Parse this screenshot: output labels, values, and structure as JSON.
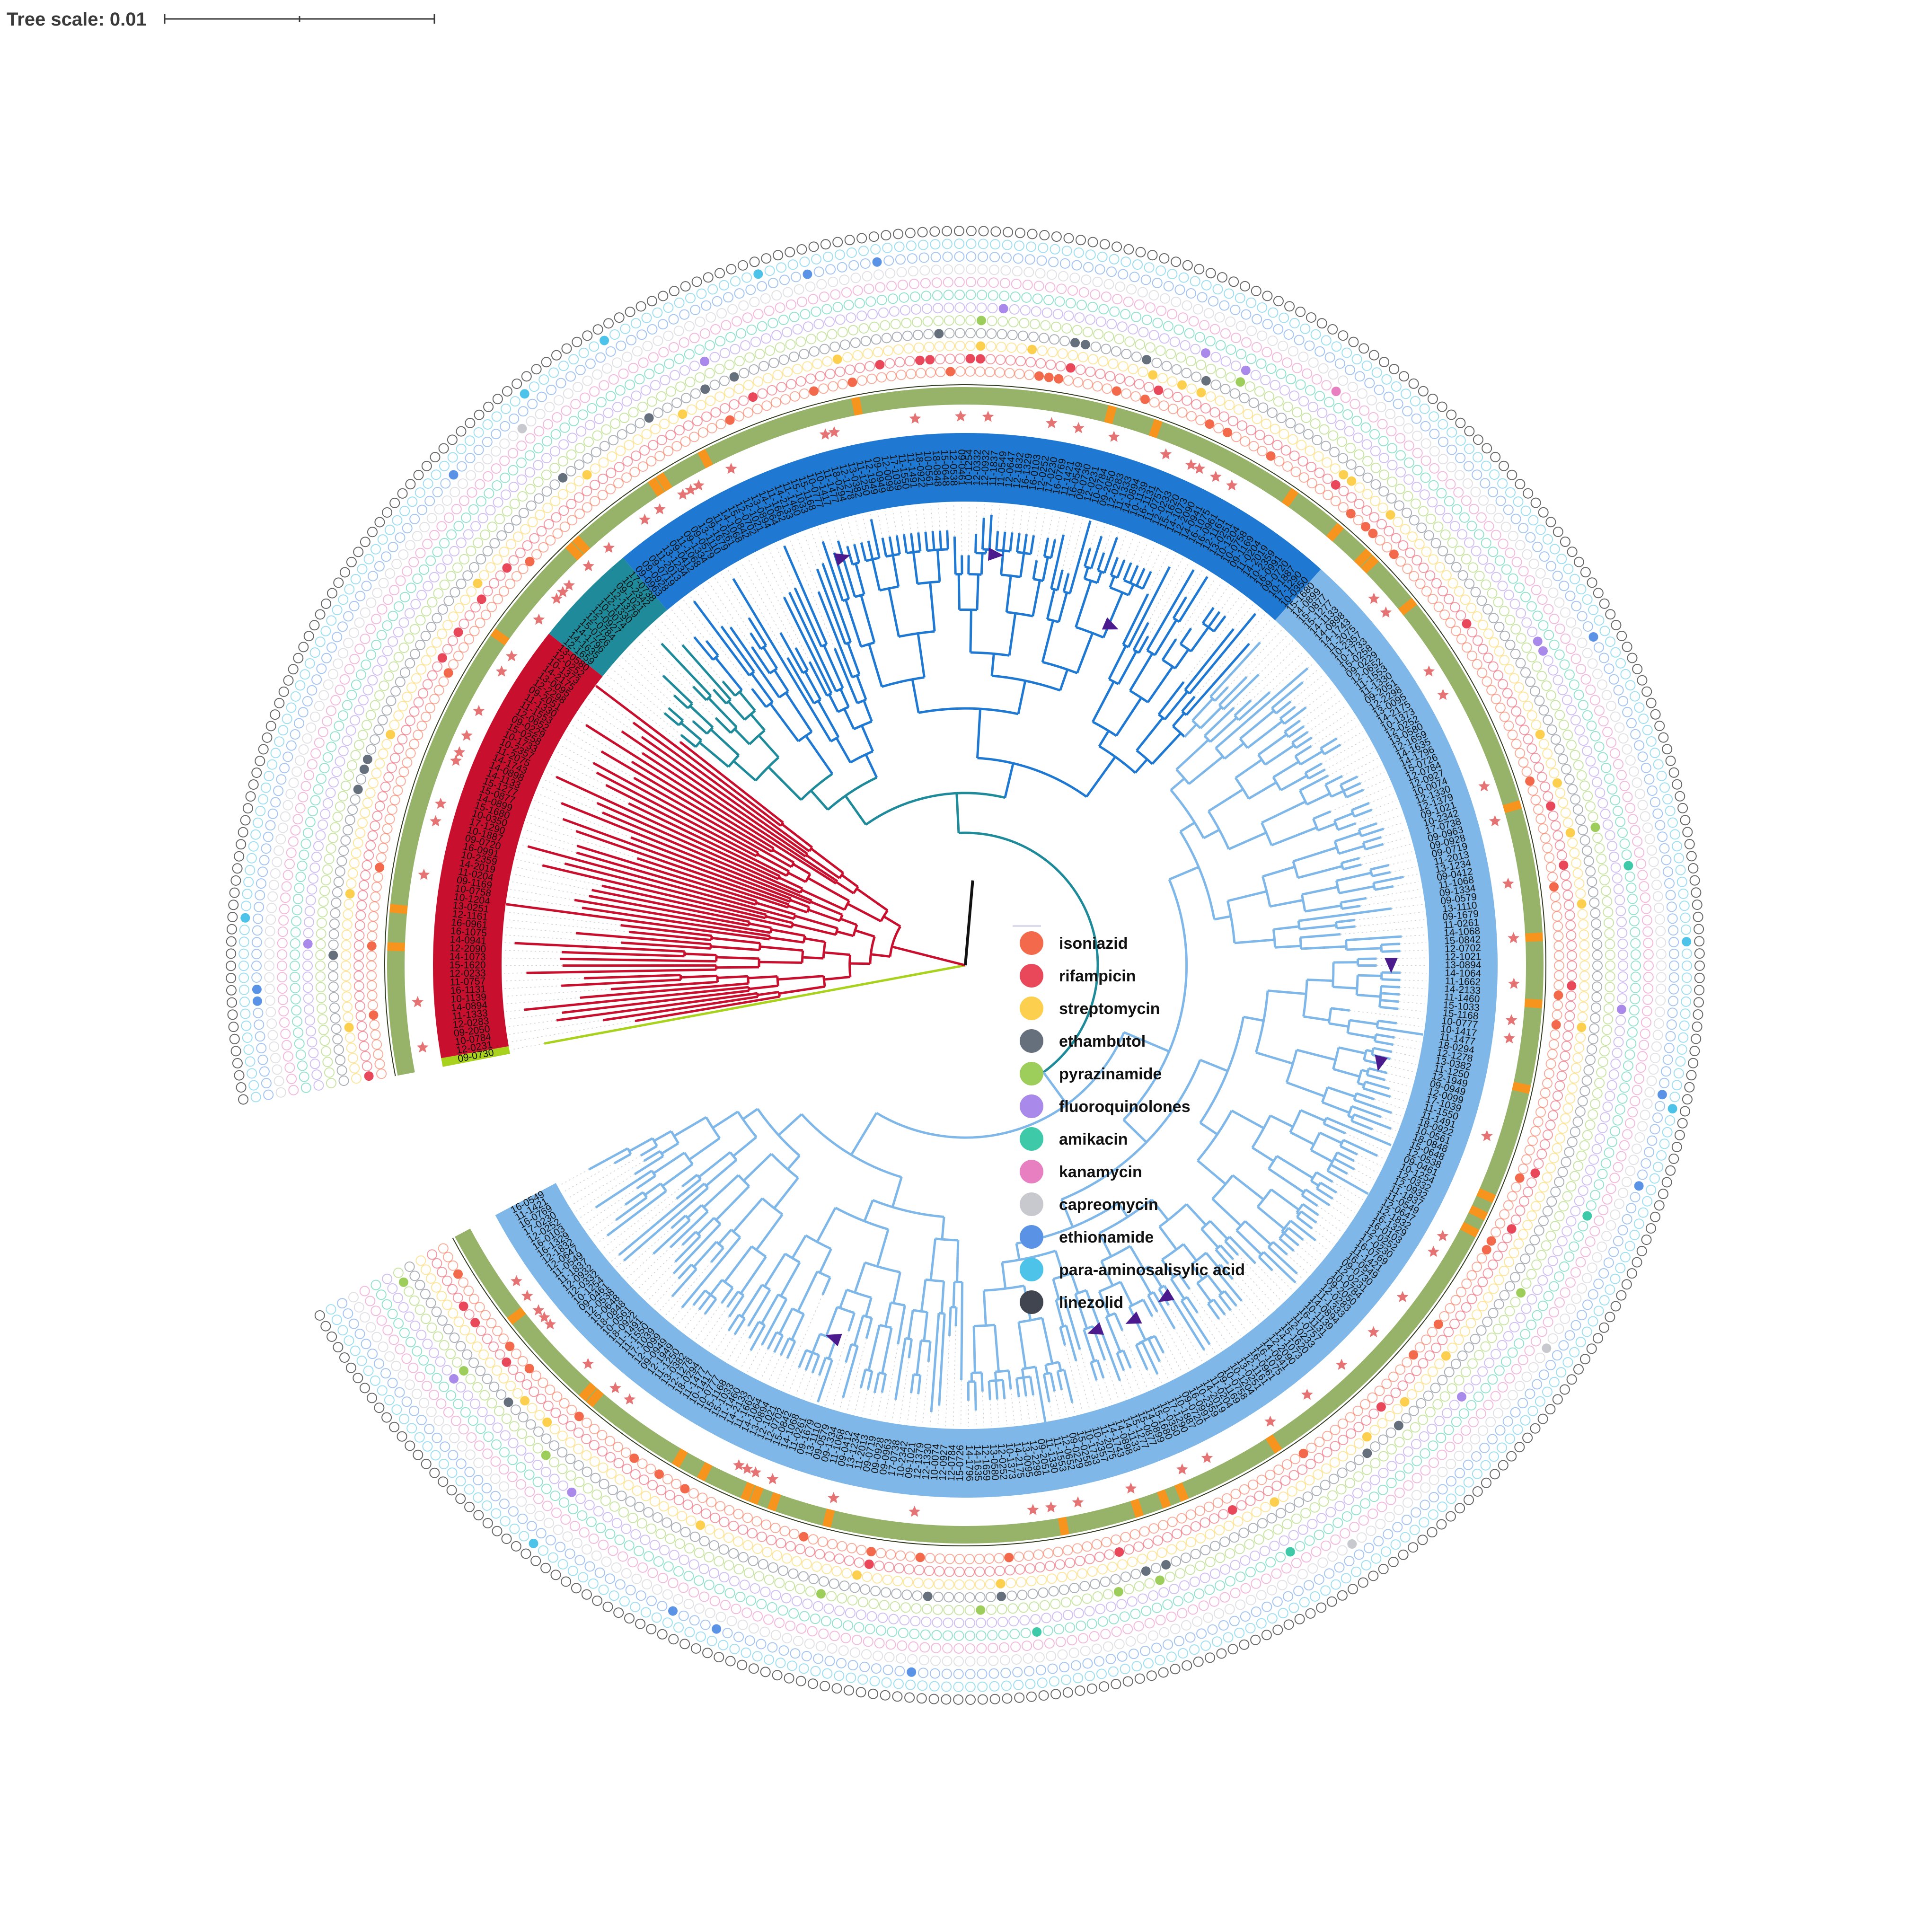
{
  "scale_bar": {
    "label": "Tree scale: 0.01"
  },
  "colors": {
    "clade_lineage1": "#c8102e",
    "clade_lineage3_teal": "#1f8a9a",
    "clade_lineage4a": "#1f78d1",
    "clade_lineage4b": "#7fb8e8",
    "outgroup": "#a8d21e",
    "backbone": "#111111",
    "annotation_ring": "#97b36a",
    "ring_highlight": "#f7941d",
    "star": "#e57373",
    "arrow": "#4b1a8c"
  },
  "tree": {
    "n_tips": 360,
    "tips_sample": [
      "09-0730",
      "12-0231",
      "10-0784",
      "09-2050",
      "12-0283",
      "11-1333",
      "14-0894",
      "10-1139",
      "16-1131",
      "11-0757",
      "12-0233",
      "15-1620",
      "14-1073",
      "12-2090",
      "14-0941",
      "16-1075",
      "16-0961",
      "12-1161",
      "13-0251",
      "10-1204",
      "10-0758",
      "09-1169",
      "11-0204",
      "14-2019",
      "10-2359",
      "16-0991",
      "09-0720",
      "10-1887",
      "17-1290",
      "10-0350",
      "15-1680",
      "14-0899",
      "15-0877",
      "15-1277",
      "14-1133",
      "14-0898",
      "14-1743",
      "11-2075",
      "10-2357",
      "10-1733",
      "15-0258",
      "09-0229",
      "12-0652",
      "11-1553",
      "11-1330",
      "09-2051",
      "12-2298",
      "13-0095",
      "14-2175",
      "10-1373",
      "12-0252",
      "13-0580",
      "12-1659",
      "14-1635",
      "14-1796",
      "15-0726",
      "12-0784",
      "12-0927",
      "10-0074",
      "12-1330",
      "12-1379",
      "09-1021",
      "10-2342",
      "17-0738",
      "09-0963",
      "09-0928",
      "09-0719",
      "11-2013",
      "13-1234",
      "09-0412",
      "11-1068",
      "09-1334",
      "09-0579",
      "13-1110",
      "09-1679",
      "11-0261",
      "14-1068",
      "15-0842",
      "12-0702",
      "12-1021",
      "13-0894",
      "14-1064",
      "11-1662",
      "14-2133",
      "11-1460",
      "15-1033",
      "15-1168",
      "10-0777",
      "10-1417",
      "11-1477",
      "18-0294",
      "12-1278",
      "13-0382",
      "11-1250",
      "12-1949",
      "09-0949",
      "12-0099",
      "17-1039",
      "11-1550",
      "11-1491",
      "18-0922",
      "10-0561",
      "18-0848",
      "15-0648",
      "12-0538",
      "09-0461",
      "10-1254",
      "12-0332",
      "12-0932",
      "11-1837",
      "11-0549",
      "12-0647",
      "12-1832",
      "16-1329",
      "16-0103",
      "12-0252",
      "17-0230",
      "16-0769",
      "11-1421",
      "16-0549"
    ]
  },
  "drug_rings": [
    {
      "name": "isoniazid",
      "color": "#f26a4b"
    },
    {
      "name": "rifampicin",
      "color": "#e8485a"
    },
    {
      "name": "streptomycin",
      "color": "#fccf4f"
    },
    {
      "name": "ethambutol",
      "color": "#666f7c"
    },
    {
      "name": "pyrazinamide",
      "color": "#9dcd5b"
    },
    {
      "name": "fluoroquinolones",
      "color": "#a98aea"
    },
    {
      "name": "amikacin",
      "color": "#3ec9a8"
    },
    {
      "name": "kanamycin",
      "color": "#e87fc0"
    },
    {
      "name": "capreomycin",
      "color": "#c8c9cf"
    },
    {
      "name": "ethionamide",
      "color": "#5a93e6"
    },
    {
      "name": "para-aminosalisylic acid",
      "color": "#4ec3ea"
    },
    {
      "name": "linezolid",
      "color": "#414550"
    }
  ],
  "legend": {
    "items": [
      {
        "label": "isoniazid",
        "color": "#f26a4b"
      },
      {
        "label": "rifampicin",
        "color": "#e8485a"
      },
      {
        "label": "streptomycin",
        "color": "#fccf4f"
      },
      {
        "label": "ethambutol",
        "color": "#666f7c"
      },
      {
        "label": "pyrazinamide",
        "color": "#9dcd5b"
      },
      {
        "label": "fluoroquinolones",
        "color": "#a98aea"
      },
      {
        "label": "amikacin",
        "color": "#3ec9a8"
      },
      {
        "label": "kanamycin",
        "color": "#e87fc0"
      },
      {
        "label": "capreomycin",
        "color": "#c8c9cf"
      },
      {
        "label": "ethionamide",
        "color": "#5a93e6"
      },
      {
        "label": "para-aminosalisylic acid",
        "color": "#4ec3ea"
      },
      {
        "label": "linezolid",
        "color": "#414550"
      }
    ]
  }
}
